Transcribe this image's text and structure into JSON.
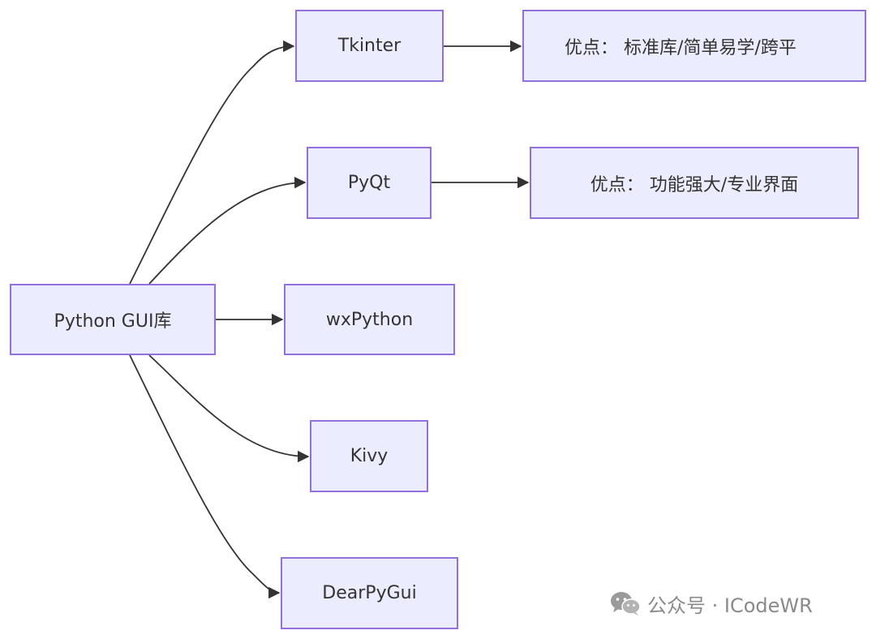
{
  "diagram": {
    "nodes": {
      "root": "Python GUI库",
      "tkinter": "Tkinter",
      "pyqt": "PyQt",
      "wxpython": "wxPython",
      "kivy": "Kivy",
      "dearpygui": "DearPyGui",
      "tkinter_advantage": "优点： 标准库/简单易学/跨平",
      "pyqt_advantage": "优点： 功能强大/专业界面"
    },
    "edges": [
      {
        "from": "root",
        "to": "tkinter"
      },
      {
        "from": "root",
        "to": "pyqt"
      },
      {
        "from": "root",
        "to": "wxpython"
      },
      {
        "from": "root",
        "to": "kivy"
      },
      {
        "from": "root",
        "to": "dearpygui"
      },
      {
        "from": "tkinter",
        "to": "tkinter_advantage"
      },
      {
        "from": "pyqt",
        "to": "pyqt_advantage"
      }
    ],
    "colors": {
      "node_fill": "#ececff",
      "node_border": "#9370db",
      "edge": "#333333",
      "text": "#333333"
    }
  },
  "watermark": {
    "text": "公众号 · ICodeWR",
    "icon": "wechat-icon"
  }
}
